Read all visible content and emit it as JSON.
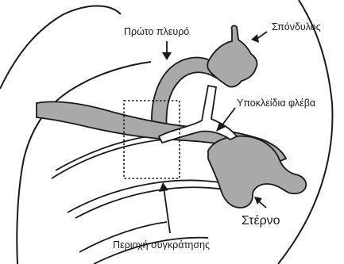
{
  "diagram": {
    "labels": {
      "first_rib": "Πρώτο πλευρό",
      "vertebra": "Σπόνδυλος",
      "subclavian_vein": "Υποκλείδια φλέβα",
      "sternum": "Στέρνο",
      "compression_region": "Περιοχή συγκράτησης"
    },
    "colors": {
      "bone_fill": "#a9a9a9",
      "outline": "#1a1a1a",
      "background": "#ffffff"
    }
  }
}
